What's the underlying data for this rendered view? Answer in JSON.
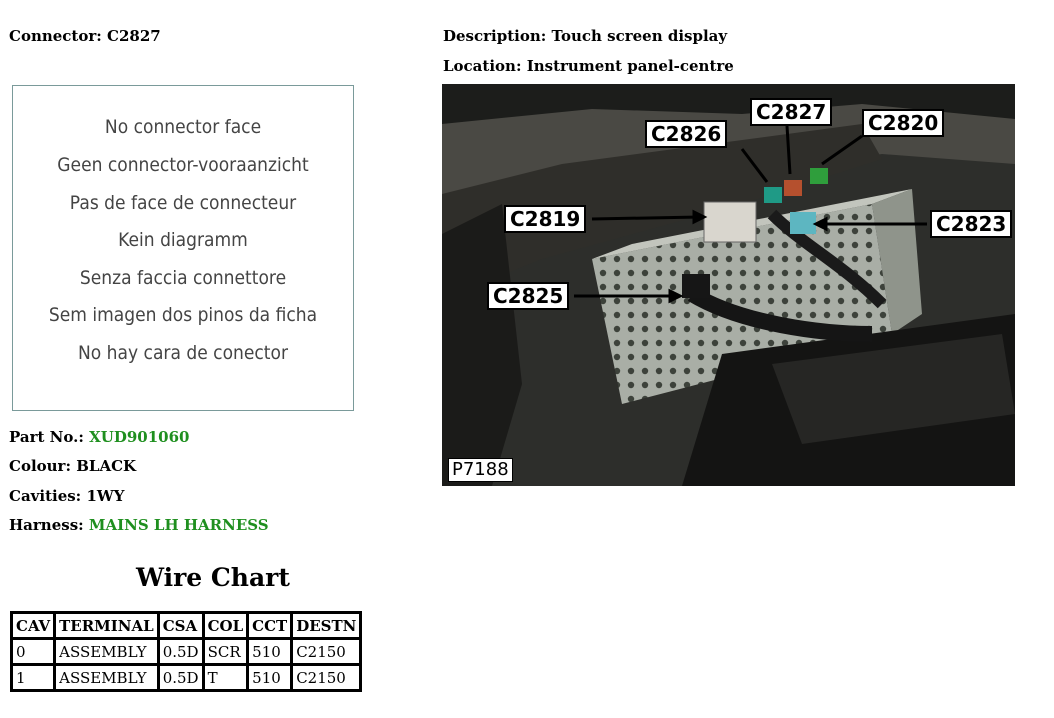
{
  "connector": {
    "label": "Connector:",
    "value": "C2827"
  },
  "description": {
    "label": "Description:",
    "value": "Touch screen display"
  },
  "location": {
    "label": "Location:",
    "value": "Instrument panel-centre"
  },
  "no_face_lines": [
    "No connector face",
    "Geen connector-vooraanzicht",
    "Pas de face de connecteur",
    "Kein diagramm",
    "Senza faccia connettore",
    "Sem imagen dos pinos da ficha",
    "No hay cara de conector"
  ],
  "part": {
    "label": "Part No.:",
    "value": "XUD901060"
  },
  "colour": {
    "label": "Colour:",
    "value": "BLACK"
  },
  "cavities": {
    "label": "Cavities:",
    "value": "1WY"
  },
  "harness": {
    "label": "Harness:",
    "value": "MAINS LH HARNESS"
  },
  "wire_chart": {
    "title": "Wire Chart",
    "headers": [
      "CAV",
      "TERMINAL",
      "CSA",
      "COL",
      "CCT",
      "DESTN"
    ],
    "rows": [
      [
        "0",
        "ASSEMBLY",
        "0.5D",
        "SCR",
        "510",
        "C2150"
      ],
      [
        "1",
        "ASSEMBLY",
        "0.5D",
        "T",
        "510",
        "C2150"
      ]
    ]
  },
  "photo": {
    "plate": "P7188",
    "callouts": [
      "C2827",
      "C2826",
      "C2820",
      "C2819",
      "C2823",
      "C2825"
    ]
  },
  "colors": {
    "link_green": "#1f8f1f"
  }
}
